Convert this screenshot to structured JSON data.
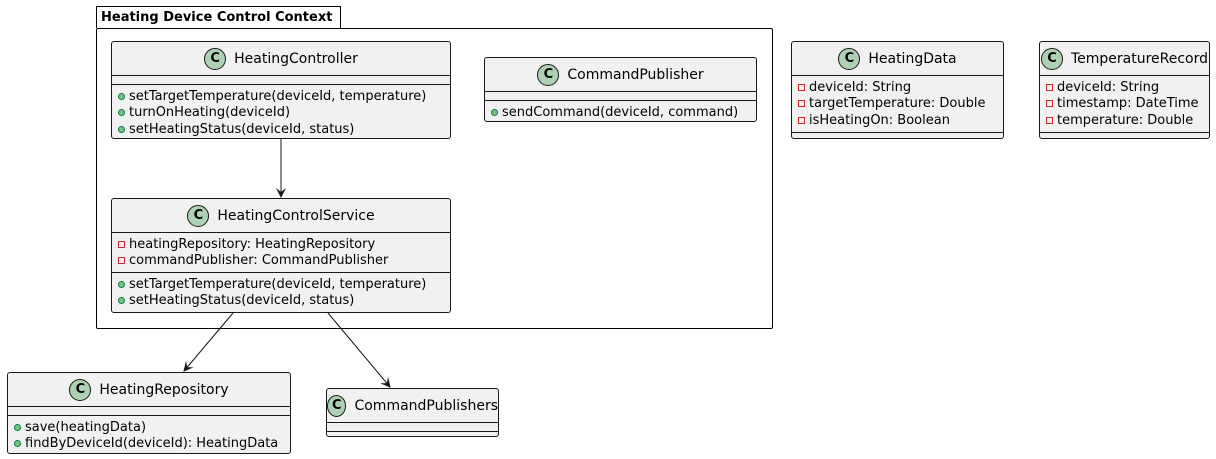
{
  "package": {
    "title": "Heating Device Control Context"
  },
  "classes": {
    "heating_controller": {
      "name": "HeatingController",
      "attributes": [],
      "methods": [
        "setTargetTemperature(deviceId, temperature)",
        "turnOnHeating(deviceId)",
        "setHeatingStatus(deviceId, status)"
      ]
    },
    "command_publisher": {
      "name": "CommandPublisher",
      "attributes": [],
      "methods": [
        "sendCommand(deviceId, command)"
      ]
    },
    "heating_control_service": {
      "name": "HeatingControlService",
      "attributes": [
        "heatingRepository: HeatingRepository",
        "commandPublisher: CommandPublisher"
      ],
      "methods": [
        "setTargetTemperature(deviceId, temperature)",
        "setHeatingStatus(deviceId, status)"
      ]
    },
    "heating_data": {
      "name": "HeatingData",
      "attributes": [
        "deviceId: String",
        "targetTemperature: Double",
        "isHeatingOn: Boolean"
      ],
      "methods": []
    },
    "temperature_record": {
      "name": "TemperatureRecord",
      "attributes": [
        "deviceId: String",
        "timestamp: DateTime",
        "temperature: Double"
      ],
      "methods": []
    },
    "heating_repository": {
      "name": "HeatingRepository",
      "attributes": [],
      "methods": [
        "save(heatingData)",
        "findByDeviceId(deviceId): HeatingData"
      ]
    },
    "command_publishers": {
      "name": "CommandPublishers",
      "attributes": [],
      "methods": []
    }
  },
  "class_stereotype_glyph": "C",
  "colors": {
    "class_fill": "#f1f1f1",
    "circle_fill": "#add1b2",
    "private_marker": "#c82930",
    "public_marker": "#84be84"
  }
}
